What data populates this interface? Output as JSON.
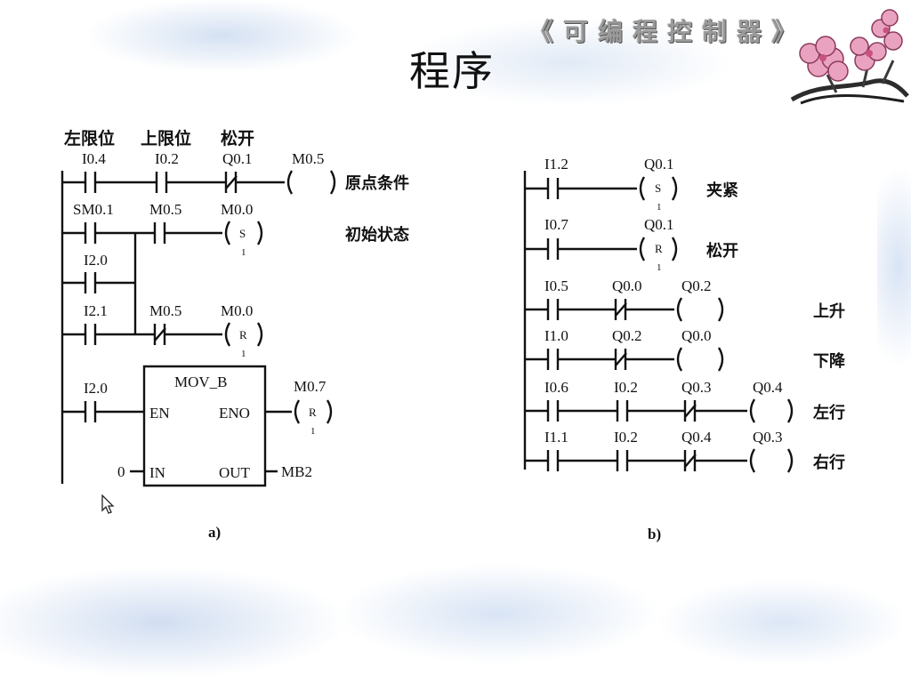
{
  "slide": {
    "title": "程序",
    "course_header": "《可编程控制器》"
  },
  "diagram_a": {
    "caption": "a)",
    "column_headers": [
      "左限位",
      "上限位",
      "松开"
    ],
    "rung1": {
      "contacts": [
        "I0.4",
        "I0.2",
        "Q0.1"
      ],
      "coil": "M0.5",
      "comment": "原点条件"
    },
    "rung2": {
      "contacts": [
        "SM0.1",
        "M0.5"
      ],
      "coil": "M0.0",
      "coil_type": "S",
      "coil_count": "1",
      "comment": "初始状态"
    },
    "rung3": {
      "contact": "I2.0"
    },
    "rung4": {
      "contacts": [
        "I2.1",
        "M0.5"
      ],
      "coil": "M0.0",
      "coil_type": "R",
      "coil_count": "1"
    },
    "rung5": {
      "contact": "I2.0",
      "box_name": "MOV_B",
      "en": "EN",
      "eno": "ENO",
      "in": "IN",
      "out": "OUT",
      "in_value": "0",
      "out_target": "MB2",
      "coil": "M0.7",
      "coil_type": "R",
      "coil_count": "1"
    }
  },
  "diagram_b": {
    "caption": "b)",
    "rungs": [
      {
        "contacts": [
          "I1.2"
        ],
        "coil": "Q0.1",
        "coil_type": "S",
        "coil_count": "1",
        "comment": "夹紧"
      },
      {
        "contacts": [
          "I0.7"
        ],
        "coil": "Q0.1",
        "coil_type": "R",
        "coil_count": "1",
        "comment": "松开"
      },
      {
        "contacts": [
          "I0.5",
          "Q0.0"
        ],
        "coil": "Q0.2",
        "comment": "上升"
      },
      {
        "contacts": [
          "I1.0",
          "Q0.2"
        ],
        "coil": "Q0.0",
        "comment": "下降"
      },
      {
        "contacts": [
          "I0.6",
          "I0.2",
          "Q0.3"
        ],
        "coil": "Q0.4",
        "comment": "左行"
      },
      {
        "contacts": [
          "I1.1",
          "I0.2",
          "Q0.4"
        ],
        "coil": "Q0.3",
        "comment": "右行"
      }
    ]
  }
}
